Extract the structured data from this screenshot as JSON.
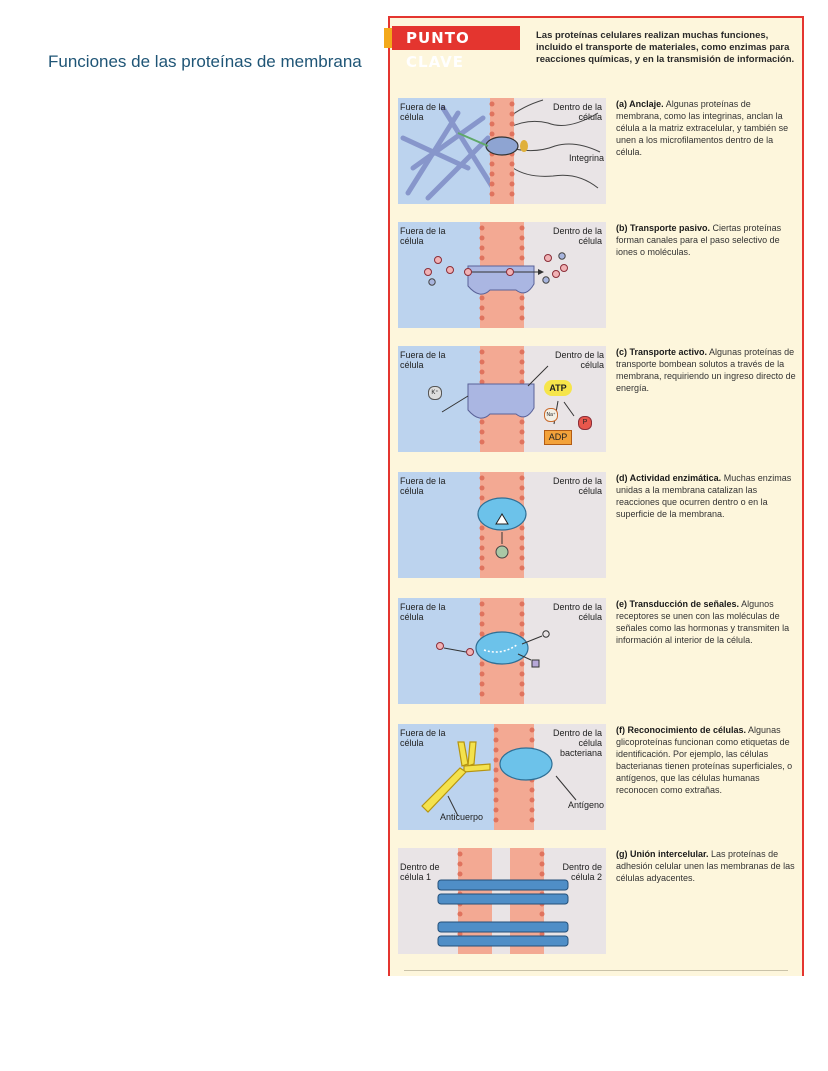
{
  "slide_title": "Funciones de las proteínas de membrana",
  "badge": "PUNTO CLAVE",
  "intro": "Las proteínas celulares realizan muchas funciones, incluido el transporte de materiales, como enzimas para reacciones químicas, y en la transmisión de información.",
  "colors": {
    "accent": "#e4352f",
    "panel": "#fdf6dc",
    "title": "#1f5576"
  },
  "items": [
    {
      "title": "(a) Anclaje.",
      "text": "Algunas proteínas de membrana, como las integrinas, anclan la célula a la matriz extracelular, y también se unen a los microfilamentos dentro de la célula.",
      "left_label": "Fuera de la célula",
      "right_label": "Dentro de la célula",
      "extra_label": "Integrina",
      "extra_label2": ""
    },
    {
      "title": "(b) Transporte pasivo.",
      "text": "Ciertas proteínas forman canales para el paso selectivo de iones o moléculas.",
      "left_label": "Fuera de la célula",
      "right_label": "Dentro de la célula",
      "extra_label": "",
      "extra_label2": ""
    },
    {
      "title": "(c) Transporte activo.",
      "text": "Algunas proteínas de transporte bombean solutos a través de la membrana, requiriendo un ingreso directo de energía.",
      "left_label": "Fuera de la célula",
      "right_label": "Dentro de la célula",
      "extra_label": "ATP",
      "extra_label2": "ADP",
      "ion_k": "K⁺",
      "ion_na": "Na⁺",
      "phosphate": "P"
    },
    {
      "title": "(d) Actividad enzimática.",
      "text": "Muchas enzimas unidas a la membrana catalizan las reacciones que ocurren dentro o en la superficie de la membrana.",
      "left_label": "Fuera de la célula",
      "right_label": "Dentro de la célula",
      "extra_label": "",
      "extra_label2": ""
    },
    {
      "title": "(e) Transducción de señales.",
      "text": "Algunos receptores se unen con las moléculas de señales como las hormonas y transmiten la información al interior de la célula.",
      "left_label": "Fuera de la célula",
      "right_label": "Dentro de la célula",
      "extra_label": "",
      "extra_label2": ""
    },
    {
      "title": "(f) Reconocimiento de células.",
      "text": "Algunas glicoproteínas funcionan como etiquetas de identificación. Por ejemplo, las células bacterianas tienen proteínas superficiales, o antígenos, que las células humanas reconocen como extrañas.",
      "left_label": "Fuera de la célula",
      "right_label": "Dentro de la célula bacteriana",
      "extra_label": "Antígeno",
      "extra_label2": "Anticuerpo"
    },
    {
      "title": "(g) Unión intercelular.",
      "text": "Las proteínas de adhesión celular unen las membranas de las células adyacentes.",
      "left_label": "Dentro de célula 1",
      "right_label": "Dentro de célula 2",
      "extra_label": "",
      "extra_label2": ""
    }
  ]
}
